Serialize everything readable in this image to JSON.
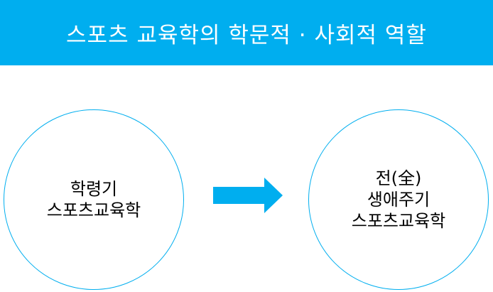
{
  "header": {
    "title": "스포츠 교육학의 학문적 · 사회적 역할"
  },
  "diagram": {
    "left_node": {
      "lines": [
        "학령기",
        "스포츠교육학"
      ]
    },
    "right_node": {
      "lines": [
        "전(全)",
        "생애주기",
        "스포츠교육학"
      ]
    },
    "connector": "arrow-right-icon"
  },
  "colors": {
    "accent": "#00aeef",
    "title_text": "#ffffff",
    "node_border": "#00aeef",
    "node_text": "#000000",
    "background": "#ffffff"
  }
}
